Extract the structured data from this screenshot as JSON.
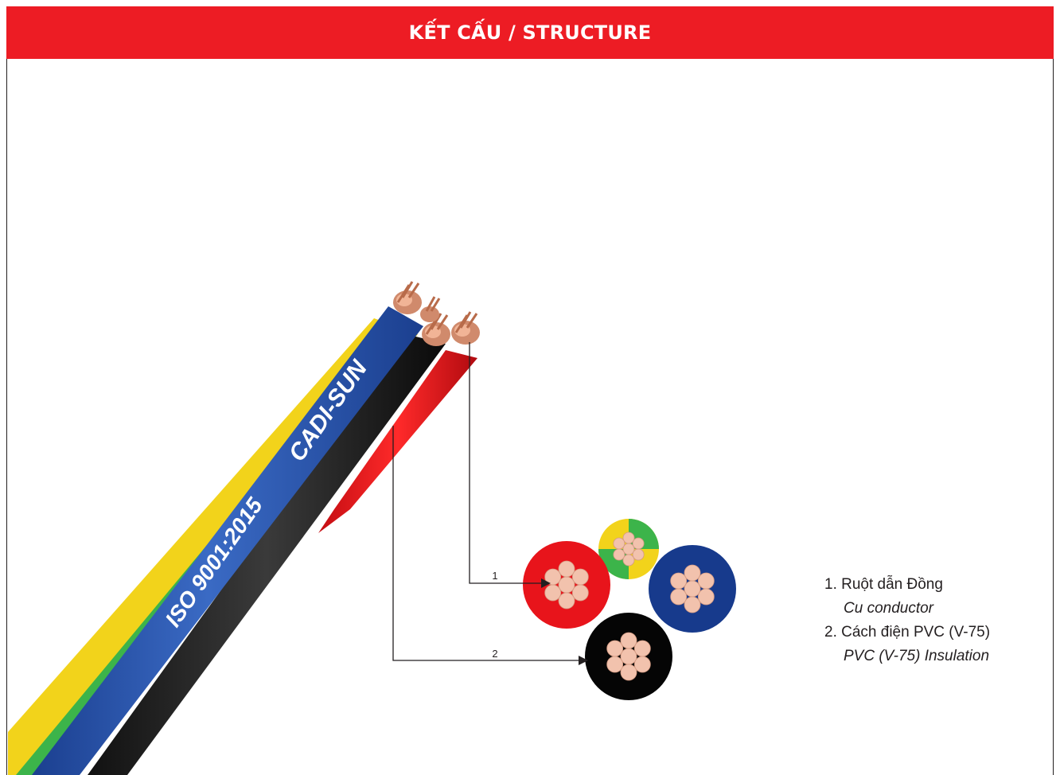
{
  "header": {
    "title": "KẾT CẤU / STRUCTURE"
  },
  "cable": {
    "print_brand": "CADI-SUN",
    "print_iso": "ISO 9001:2015"
  },
  "callouts": [
    {
      "number": "1"
    },
    {
      "number": "2"
    }
  ],
  "legend": {
    "items": [
      {
        "label": "1. Ruột dẫn Đồng",
        "sub": "Cu conductor"
      },
      {
        "label": "2. Cách điện PVC (V-75)",
        "sub": "PVC (V-75) Insulation"
      }
    ]
  },
  "colors": {
    "header_bg": "#ed1c24",
    "insulation_red": "#e8141b",
    "insulation_blue": "#173a8c",
    "insulation_black": "#050505",
    "insulation_yellow": "#f2d31b",
    "insulation_green": "#3cb44a",
    "copper": "#f2c2ad"
  }
}
